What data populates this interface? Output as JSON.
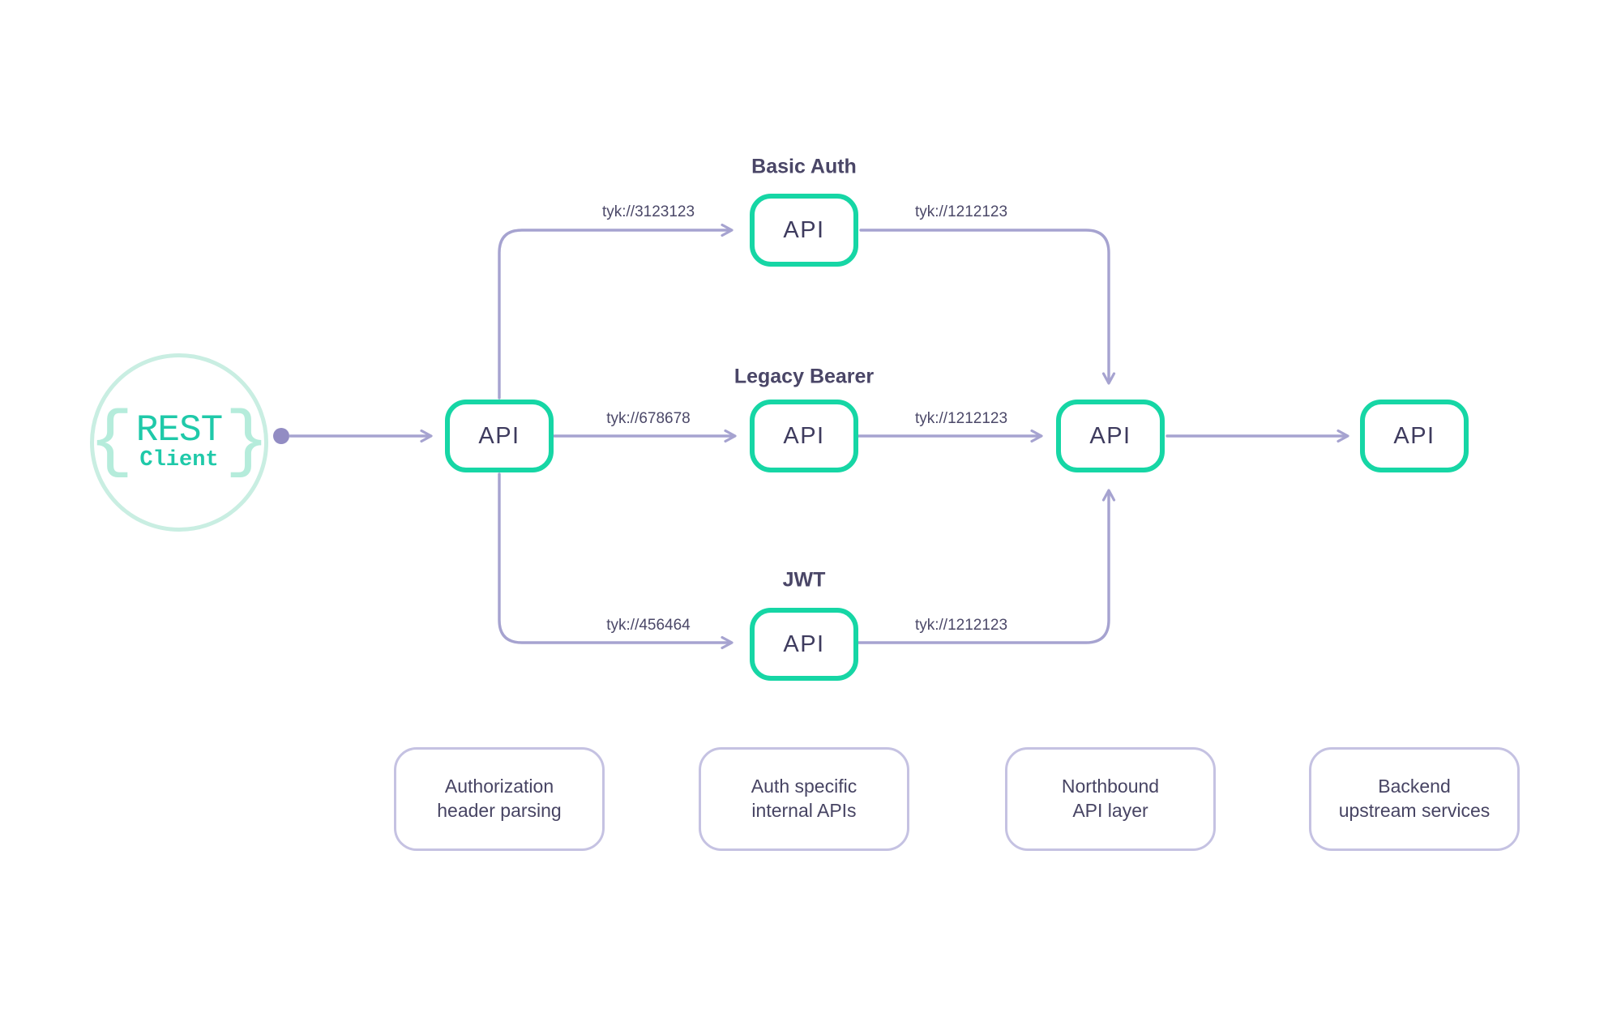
{
  "client": {
    "name": "REST",
    "type": "Client",
    "brace_left": "{",
    "brace_right": "}"
  },
  "gateway": {
    "api_label": "API"
  },
  "paths": {
    "basic_auth": {
      "heading": "Basic Auth",
      "api_label": "API",
      "request_url": "tyk://3123123",
      "upstream_url": "tyk://1212123"
    },
    "legacy_bearer": {
      "heading": "Legacy Bearer",
      "api_label": "API",
      "request_url": "tyk://678678",
      "upstream_url": "tyk://1212123"
    },
    "jwt": {
      "heading": "JWT",
      "api_label": "API",
      "request_url": "tyk://456464",
      "upstream_url": "tyk://1212123"
    }
  },
  "northbound": {
    "api_label": "API"
  },
  "backend": {
    "api_label": "API"
  },
  "footnotes": [
    {
      "line1": "Authorization",
      "line2": "header parsing"
    },
    {
      "line1": "Auth specific",
      "line2": "internal APIs"
    },
    {
      "line1": "Northbound",
      "line2": "API layer"
    },
    {
      "line1": "Backend",
      "line2": "upstream services"
    }
  ],
  "colors": {
    "api_border": "#16d6a5",
    "connector": "#a6a3d0",
    "origin_dot": "#928cc3",
    "heading_text": "#4a4667",
    "node_text": "#3e3b5e",
    "client_circle": "#c9eee2",
    "client_text": "#1fc9a9",
    "client_brace": "#b5ecdb",
    "footnote_border": "#c5c2e2"
  }
}
